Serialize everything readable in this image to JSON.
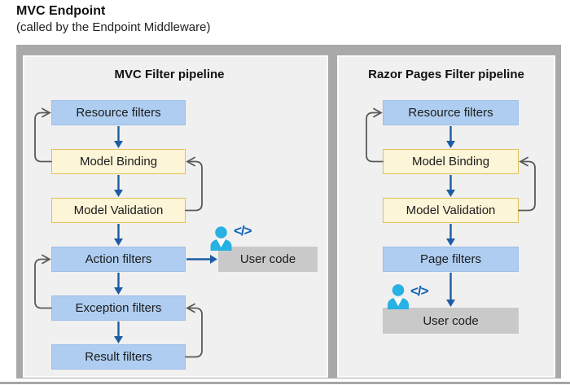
{
  "header": {
    "title": "MVC Endpoint",
    "subtitle": "(called by the Endpoint Middleware)"
  },
  "mvc_panel": {
    "title": "MVC Filter pipeline",
    "boxes": {
      "resource": "Resource filters",
      "model_binding": "Model Binding",
      "model_validation": "Model Validation",
      "action": "Action filters",
      "exception": "Exception filters",
      "result": "Result filters"
    },
    "user_code": {
      "label": "User code",
      "glyph": "</>"
    }
  },
  "razor_panel": {
    "title": "Razor Pages Filter pipeline",
    "boxes": {
      "resource": "Resource filters",
      "model_binding": "Model Binding",
      "model_validation": "Model Validation",
      "page": "Page filters"
    },
    "user_code": {
      "label": "User code",
      "glyph": "</>"
    }
  },
  "colors": {
    "filter_box": "#aecdf0",
    "stage_box": "#fdf5d8",
    "stage_border": "#e0bf57",
    "user_code_box": "#c9c9c9",
    "arrow_blue": "#1d5ca3",
    "loop_gray": "#595959",
    "person_cyan": "#28b1e3",
    "code_glyph_blue": "#0f62b8",
    "panel_bg": "#f0f0f0",
    "frame_bg": "#a9a9a9"
  }
}
